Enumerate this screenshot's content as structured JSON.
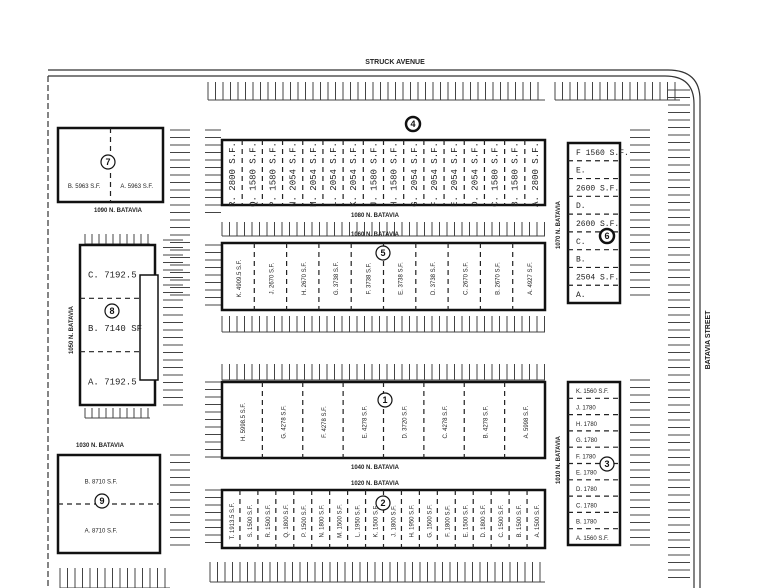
{
  "streets": {
    "top": "STRUCK AVENUE",
    "right": "BATAVIA STREET"
  },
  "buildings": [
    {
      "id": "4",
      "number": "4",
      "address": "1080 N. BATAVIA",
      "units": [
        "R. 2800 S.F.",
        "Q. 1580 S.F.",
        "P. 1580 S.F.",
        "N. 2054 S.F.",
        "M. 2054 S.F.",
        "L. 2054 S.F.",
        "K. 2054 S.F.",
        "J. 1580 S.F.",
        "H. 1580 S.F.",
        "G. 2054 S.F.",
        "F. 2054 S.F.",
        "E. 2054 S.F.",
        "D. 2054 S.F.",
        "C. 1580 S.F.",
        "B. 1580 S.F.",
        "A. 2800 S.F."
      ]
    },
    {
      "id": "5",
      "number": "5",
      "address": "1060 N. BATAVIA",
      "units": [
        "K. 4909.5 S.F.",
        "J. 2670 S.F.",
        "H. 2670 S.F.",
        "G. 3738 S.F.",
        "F. 3738 S.F.",
        "E. 3738 S.F.",
        "D. 3738 S.F.",
        "C. 2670 S.F.",
        "B. 2670 S.F.",
        "A. 4927 S.F."
      ]
    },
    {
      "id": "1",
      "number": "1",
      "address": "1040 N. BATAVIA",
      "units": [
        "H. 5998.5 S.F.",
        "G. 4278 S.F.",
        "F. 4278 S.F.",
        "E. 4278 S.F.",
        "D. 3720 S.F.",
        "C. 4278 S.F.",
        "B. 4278 S.F.",
        "A. 5998 S.F."
      ]
    },
    {
      "id": "2",
      "number": "2",
      "address": "1020 N. BATAVIA",
      "units": [
        "T. 1913.5 S.F.",
        "S. 1500 S.F.",
        "R. 1500 S.F.",
        "Q. 1800 S.F.",
        "P. 1500 S.F.",
        "N. 1800 S.F.",
        "M. 1500 S.F.",
        "L. 1950 S.F.",
        "K. 1500 S.F.",
        "J. 1800 S.F.",
        "H. 1950 S.F.",
        "G. 1500 S.F.",
        "F. 1800 S.F.",
        "E. 1500 S.F.",
        "D. 1800 S.F.",
        "C. 1500 S.F.",
        "B. 1500 S.F.",
        "A. 1500 S.F."
      ]
    },
    {
      "id": "6",
      "number": "6",
      "address": "1070 N. BATAVIA",
      "units": [
        "F 1560 S.F.",
        "E.",
        "2600 S.F.",
        "D.",
        "2600 S.F.",
        "C.",
        "B.",
        "2504 S.F.",
        "A."
      ]
    },
    {
      "id": "3",
      "number": "3",
      "address": "1010 N. BATAVIA",
      "units": [
        "K. 1560 S.F.",
        "J. 1780",
        "H. 1780",
        "G. 1780",
        "F. 1780",
        "E. 1780",
        "D. 1780",
        "C. 1780",
        "B. 1780",
        "A. 1560 S.F."
      ]
    },
    {
      "id": "7",
      "number": "7",
      "address": "1090 N. BATAVIA",
      "units": [
        "B. 5963 S.F.",
        "A. 5963 S.F."
      ]
    },
    {
      "id": "8",
      "number": "8",
      "address": "1050 N. BATAVIA",
      "units": [
        "C. 7192.5",
        "B. 7140 SF",
        "A. 7192.5"
      ]
    },
    {
      "id": "9",
      "number": "9",
      "address": "1030 N. BATAVIA",
      "units": [
        "B. 8710 S.F.",
        "A. 8710 S.F."
      ]
    }
  ]
}
